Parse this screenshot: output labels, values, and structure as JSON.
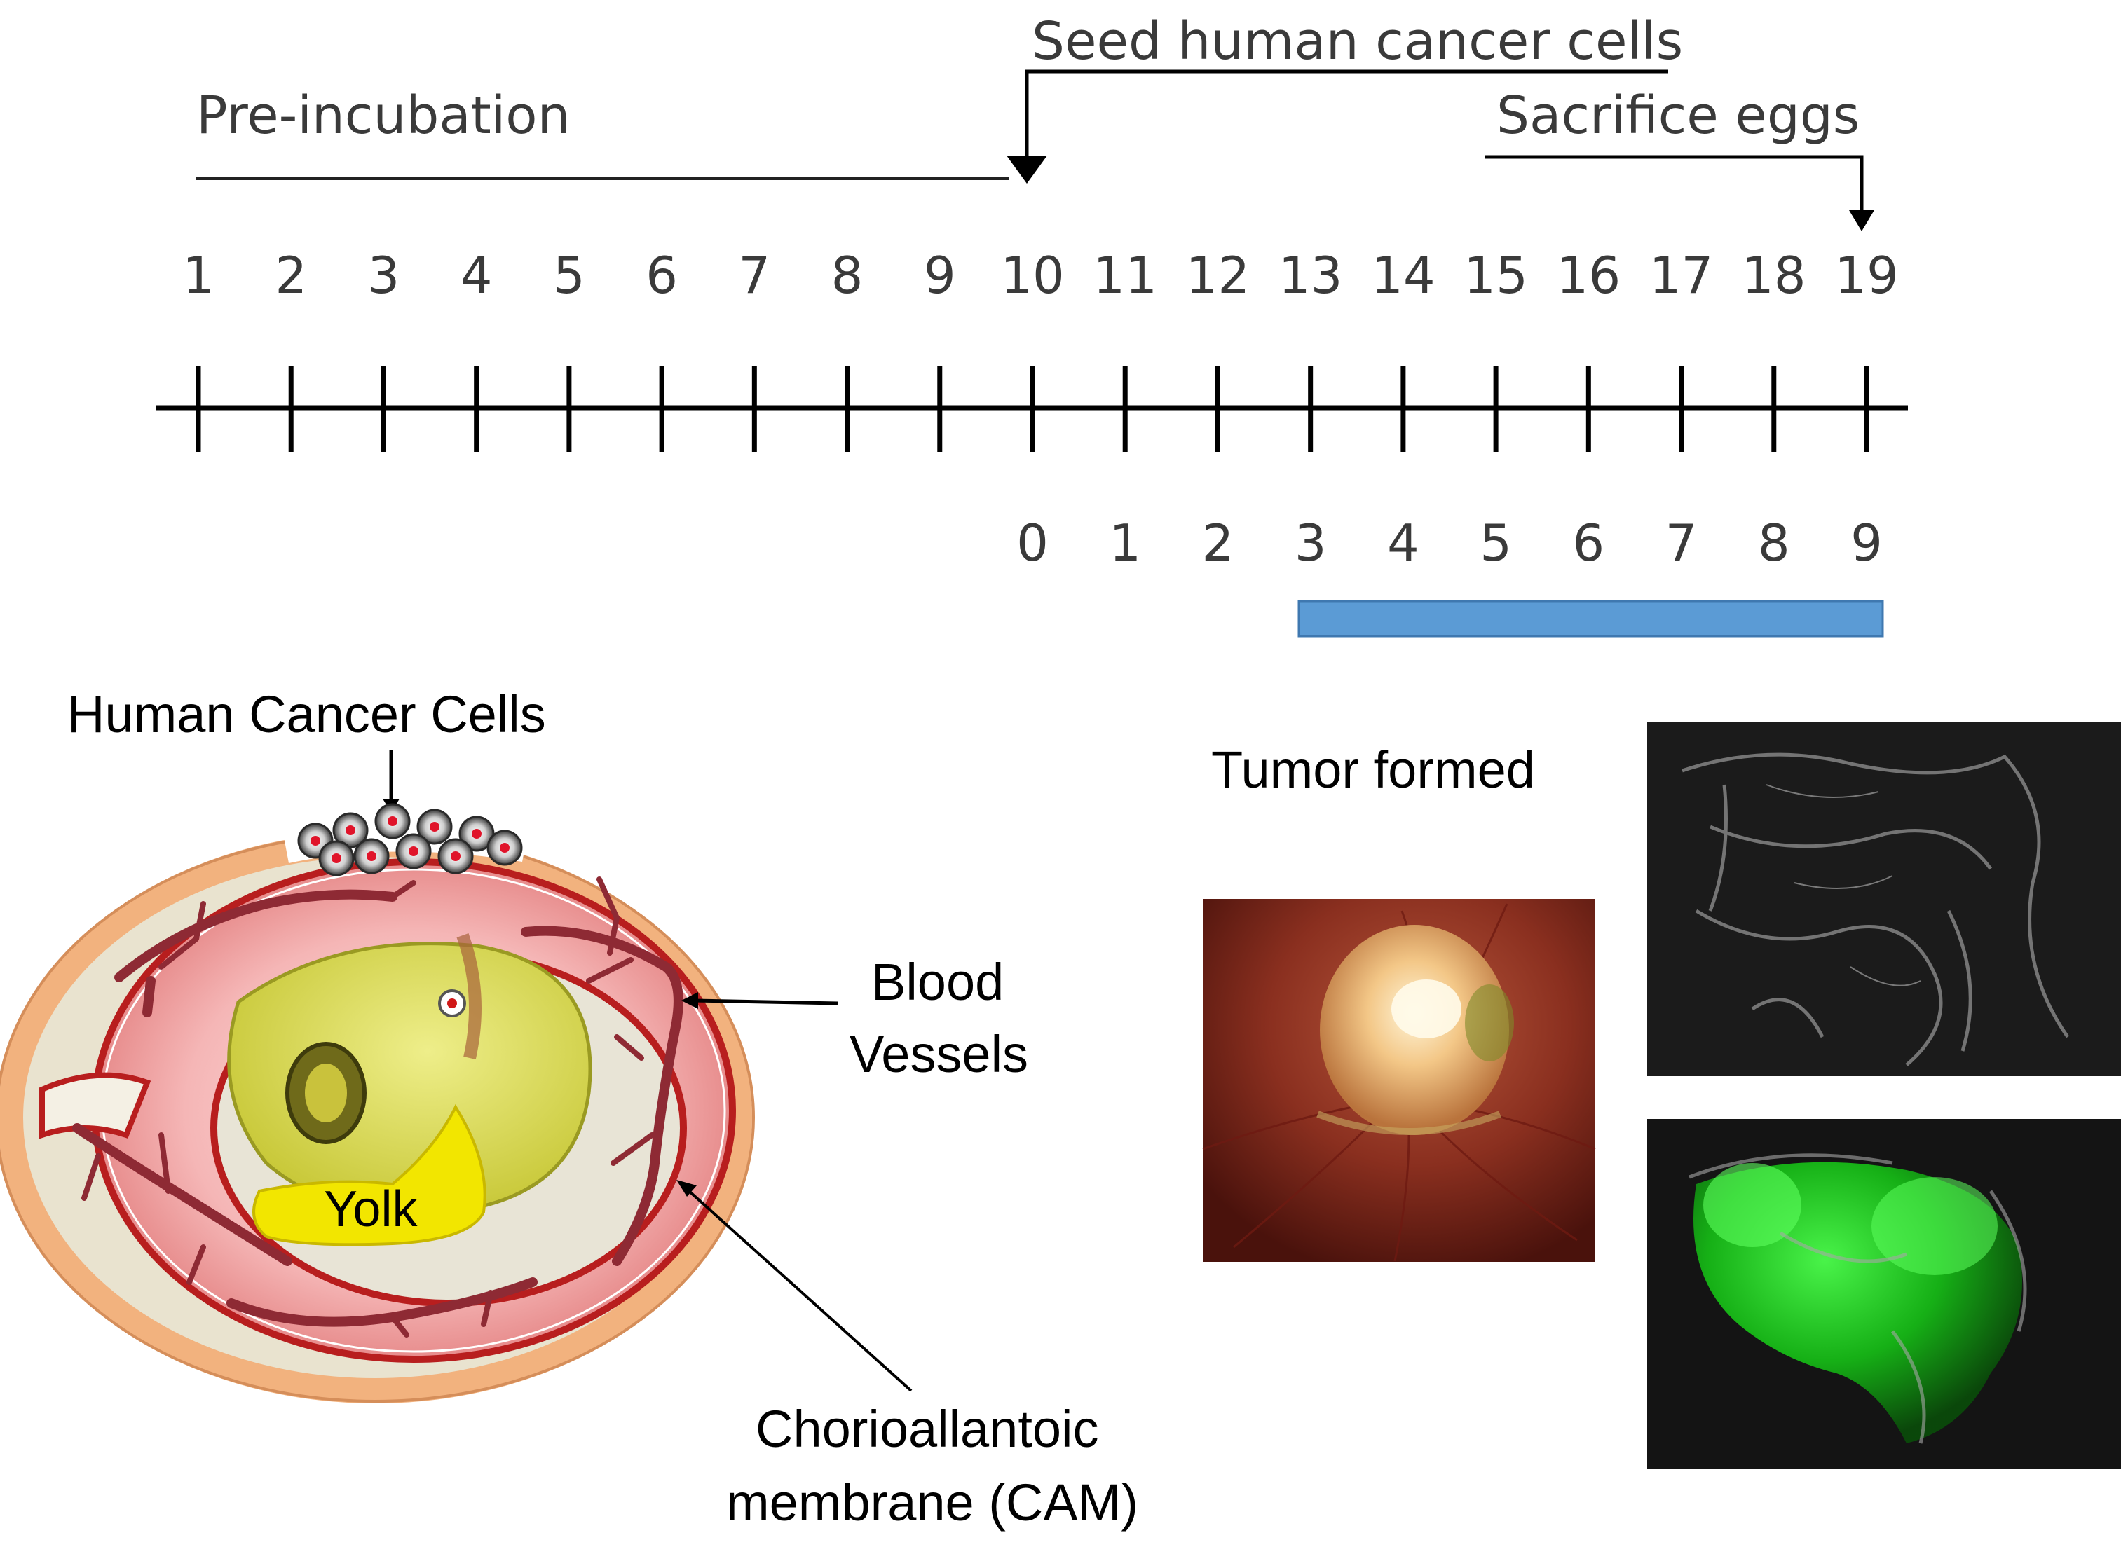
{
  "timeline": {
    "preincubation_label": "Pre-incubation",
    "seed_label": "Seed human cancer cells",
    "sacrifice_label": "Sacrifice eggs",
    "days": [
      "1",
      "2",
      "3",
      "4",
      "5",
      "6",
      "7",
      "8",
      "9",
      "10",
      "11",
      "12",
      "13",
      "14",
      "15",
      "16",
      "17",
      "18",
      "19"
    ],
    "post_days": [
      "0",
      "1",
      "2",
      "3",
      "4",
      "5",
      "6",
      "7",
      "8",
      "9"
    ],
    "bar_color": "#5b9bd5"
  },
  "egg_diagram": {
    "cancer_cells_label": "Human Cancer Cells",
    "blood_vessels_label_line1": "Blood",
    "blood_vessels_label_line2": "Vessels",
    "yolk_label": "Yolk",
    "cam_label_line1": "Chorioallantoic",
    "cam_label_line2": "membrane (CAM)"
  },
  "tumor": {
    "label": "Tumor formed"
  },
  "colors": {
    "shell": "#f2b27e",
    "cam": "#e98888",
    "vessel": "#8e2a34",
    "embryo": "#d6d64a",
    "yolk": "#f2e600",
    "fluorescence": "#1fd21f"
  }
}
